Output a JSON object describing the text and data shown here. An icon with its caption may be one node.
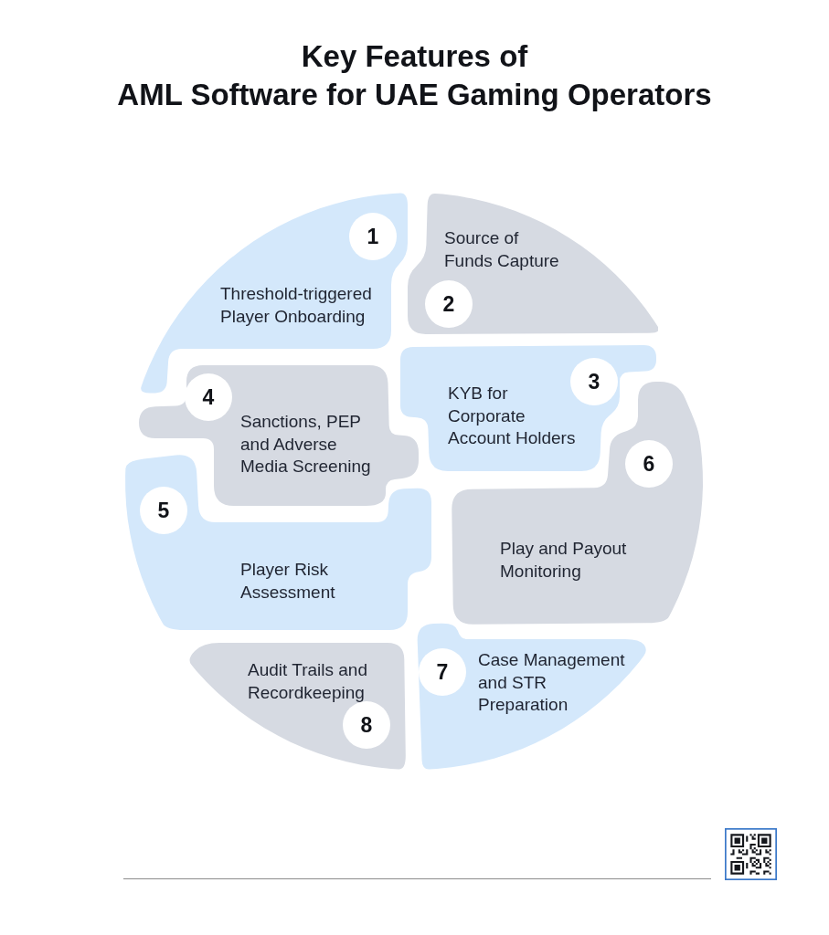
{
  "diagram": {
    "title": "Key Features of AML Software for UAE Gaming Operators",
    "nodes": [
      {
        "text": [
          "Threshold-triggered Player Onboarding"
        ]
      },
      {
        "text": [
          "1"
        ],
        "in": 0
      },
      {
        "text": [
          "Source of Funds Capture"
        ]
      },
      {
        "text": [
          "2"
        ],
        "in": 2
      },
      {
        "text": [
          "KYB for Corporate Account Holders"
        ]
      },
      {
        "text": [
          "3"
        ],
        "in": 4
      },
      {
        "text": [
          "Sanctions, PEP and Adverse Media Screening"
        ]
      },
      {
        "text": [
          "4"
        ],
        "in": 6
      },
      {
        "text": [
          "Player Risk Assessment"
        ]
      },
      {
        "text": [
          "5"
        ],
        "in": 8
      },
      {
        "text": [
          "Play and Payout Monitoring"
        ]
      },
      {
        "text": [
          "6"
        ],
        "in": 10
      },
      {
        "text": [
          "Case Management and STR Preparation"
        ]
      },
      {
        "text": [
          "7"
        ],
        "in": 12
      },
      {
        "text": [
          "Audit Trails and Recordkeeping"
        ]
      },
      {
        "text": [
          "8"
        ],
        "in": 14
      }
    ]
  }
}
